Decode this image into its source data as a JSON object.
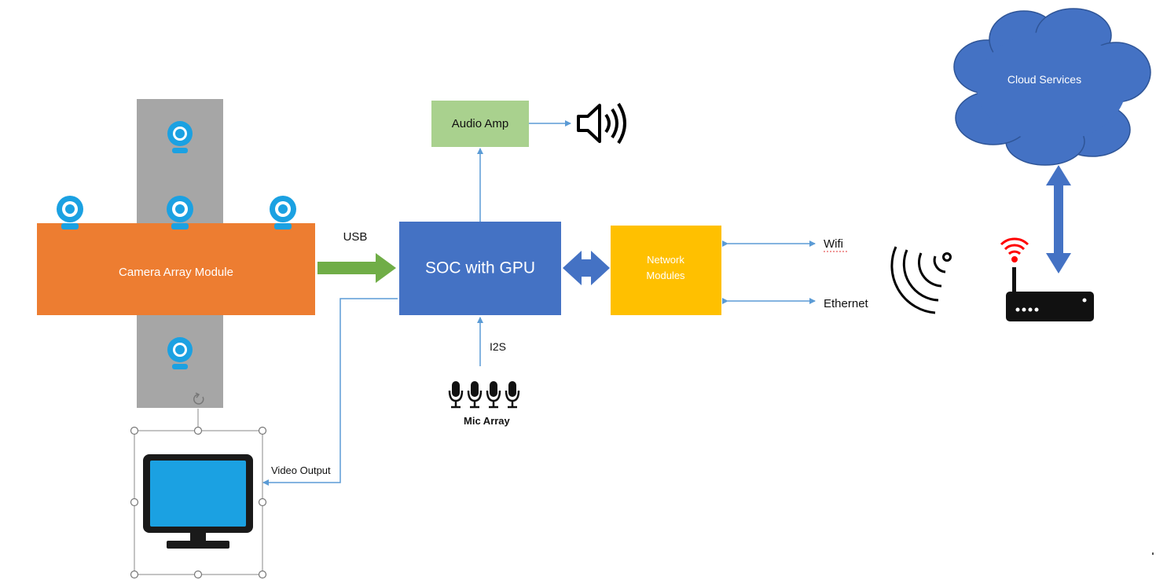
{
  "blocks": {
    "camera_array": "Camera Array Module",
    "soc": "SOC with GPU",
    "audio_amp": "Audio Amp",
    "network": "Network Modules",
    "cloud": "Cloud Services"
  },
  "labels": {
    "usb": "USB",
    "i2s": "I2S",
    "mic_array": "Mic Array",
    "video_output": "Video Output",
    "wifi": "Wifi",
    "ethernet": "Ethernet"
  },
  "colors": {
    "camera_block": "#ED7D31",
    "camera_post": "#A6A6A6",
    "soc_block": "#4472C4",
    "audio_block": "#A9D18E",
    "network_block": "#FFC000",
    "cloud": "#4472C4",
    "usb_arrow": "#70AD47",
    "connector": "#5B9BD5",
    "camera_icon": "#1BA1E2",
    "router_signal": "#FF0000"
  },
  "icons": [
    "camera-icon",
    "speaker-icon",
    "microphone-icon",
    "monitor-icon",
    "router-icon",
    "wifi-signal-icon",
    "rotate-handle-icon"
  ]
}
